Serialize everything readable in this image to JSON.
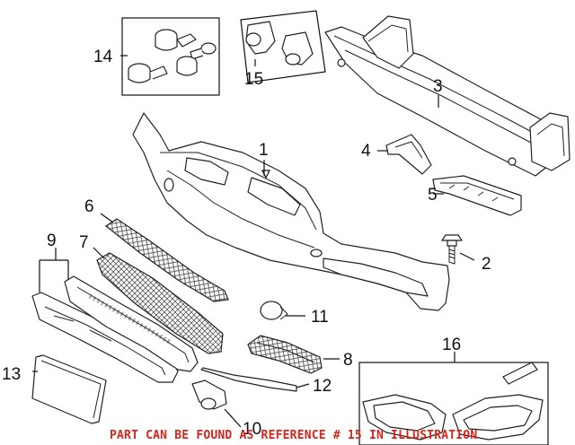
{
  "callouts": [
    {
      "id": "1",
      "label": "1"
    },
    {
      "id": "2",
      "label": "2"
    },
    {
      "id": "3",
      "label": "3"
    },
    {
      "id": "4",
      "label": "4"
    },
    {
      "id": "5",
      "label": "5"
    },
    {
      "id": "6",
      "label": "6"
    },
    {
      "id": "7",
      "label": "7"
    },
    {
      "id": "8",
      "label": "8"
    },
    {
      "id": "9",
      "label": "9"
    },
    {
      "id": "10",
      "label": "10"
    },
    {
      "id": "11",
      "label": "11"
    },
    {
      "id": "12",
      "label": "12"
    },
    {
      "id": "13",
      "label": "13"
    },
    {
      "id": "14",
      "label": "14"
    },
    {
      "id": "15",
      "label": "15"
    },
    {
      "id": "16",
      "label": "16"
    }
  ],
  "caption": "PART CAN BE FOUND AS REFERENCE # 15 IN ILLUSTRATION",
  "colors": {
    "caption": "#d9241b",
    "line": "#222222"
  }
}
